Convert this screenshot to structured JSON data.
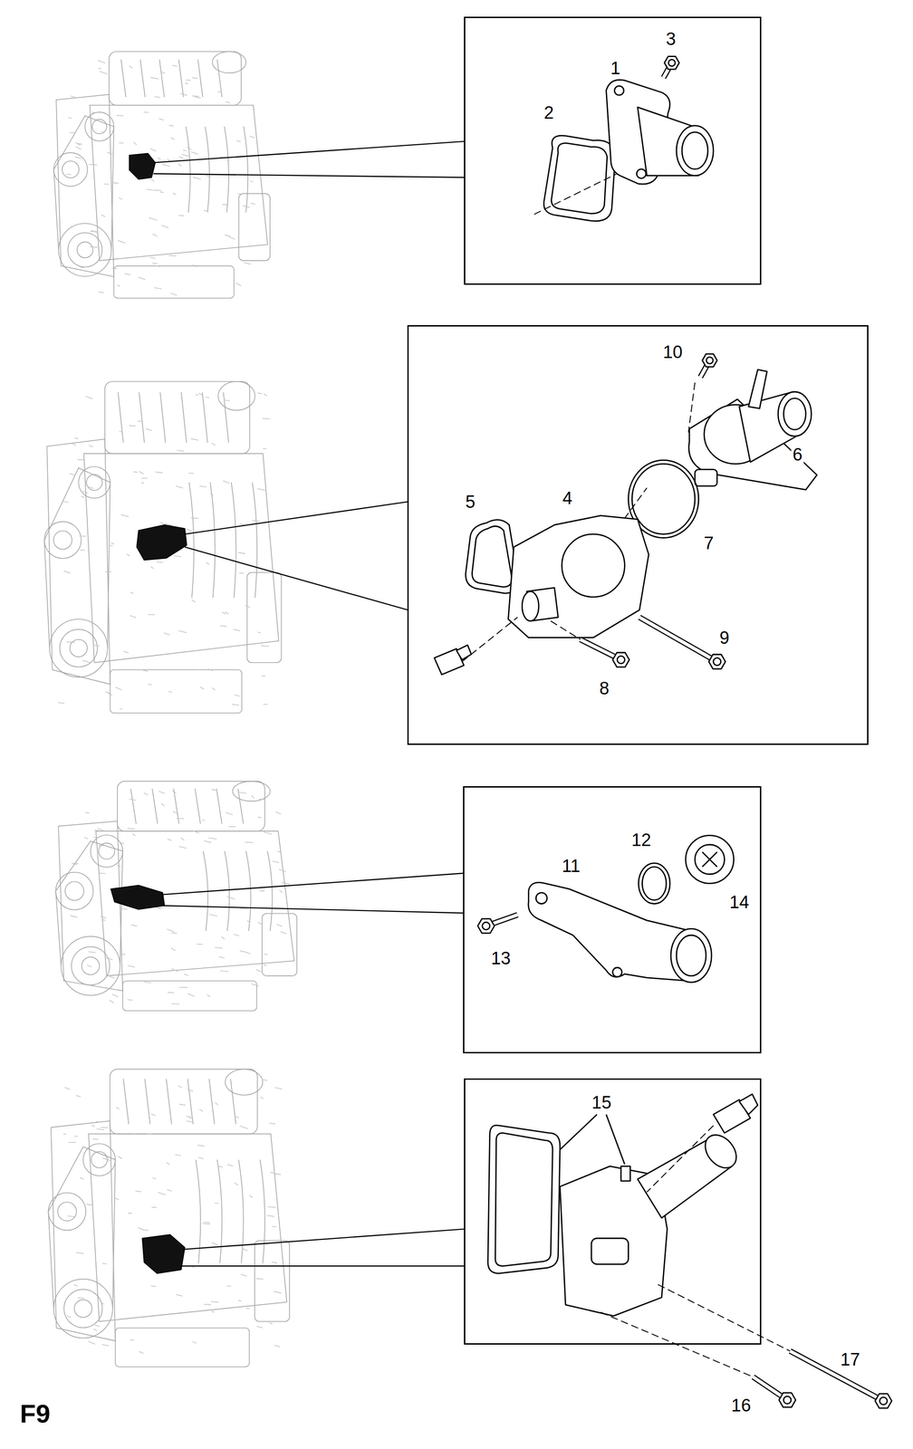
{
  "diagram": {
    "nodes": [
      {
        "text": [
          "3",
          "1",
          "2"
        ]
      },
      {
        "text": [
          "10",
          "6",
          "5",
          "4",
          "7",
          "9",
          "8"
        ]
      },
      {
        "text": [
          "12",
          "11",
          "14",
          "13"
        ]
      },
      {
        "text": [
          "15"
        ]
      }
    ],
    "labels": [
      "17",
      "16",
      "F9"
    ]
  }
}
